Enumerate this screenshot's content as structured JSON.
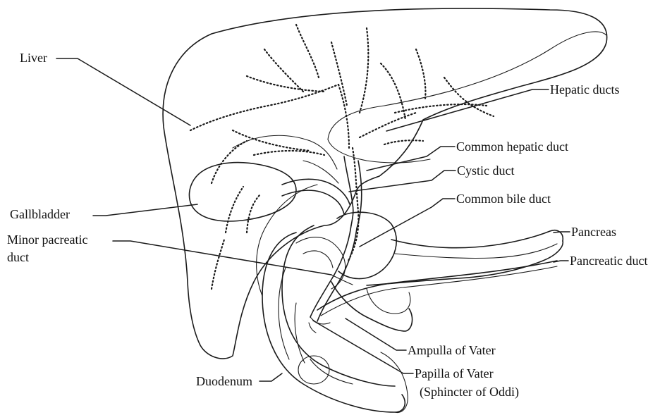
{
  "labels": {
    "liver": "Liver",
    "hepatic_ducts": "Hepatic ducts",
    "common_hepatic_duct": "Common hepatic duct",
    "cystic_duct": "Cystic duct",
    "common_bile_duct": "Common bile duct",
    "gallbladder": "Gallbladder",
    "minor_pancreatic_duct_line1": "Minor pacreatic",
    "minor_pancreatic_duct_line2": "duct",
    "pancreas": "Pancreas",
    "pancreatic_duct": "Pancreatic duct",
    "ampulla_of_vater": "Ampulla of Vater",
    "duodenum": "Duodenum",
    "papilla_of_vater": "Papilla of Vater",
    "sphincter_of_oddi": "(Sphincter of Oddi)"
  }
}
